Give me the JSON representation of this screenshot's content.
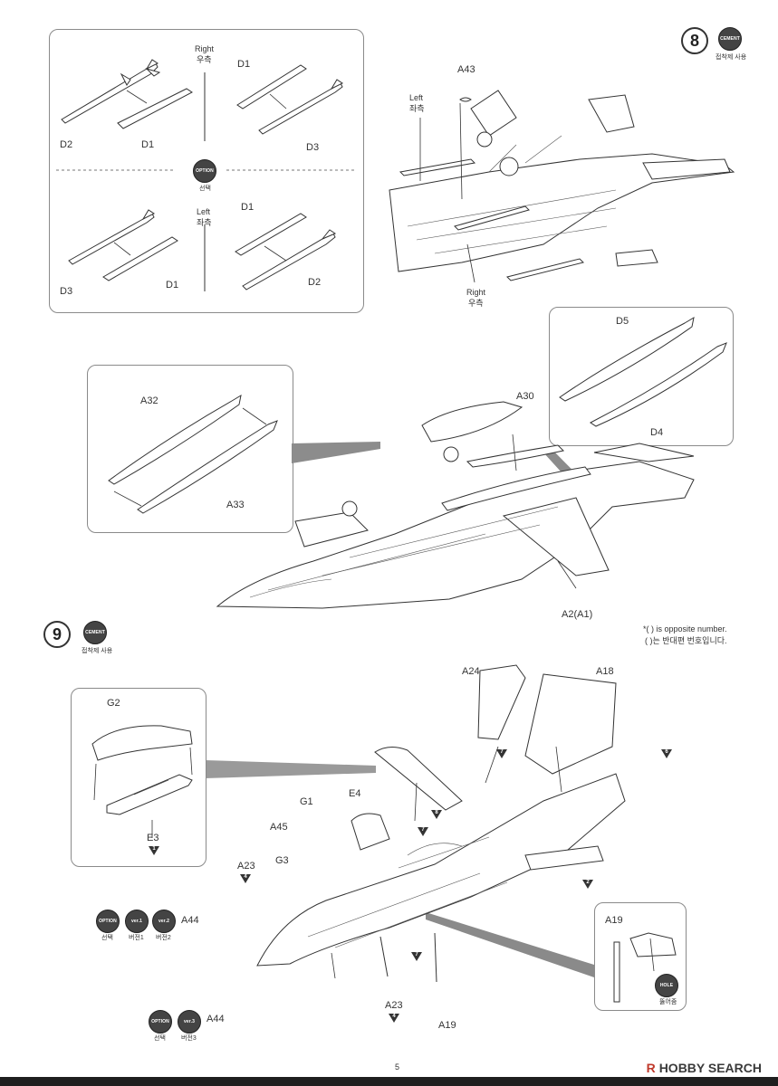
{
  "page_number": "5",
  "steps": {
    "step8": {
      "number": "8",
      "cement_label": "CEMENT",
      "cement_caption": "접착제 사용"
    },
    "step9": {
      "number": "9",
      "cement_label": "CEMENT",
      "cement_caption": "접착제 사용"
    }
  },
  "inset_missiles": {
    "right_en": "Right",
    "right_ko": "우측",
    "left_en": "Left",
    "left_ko": "좌측",
    "option_label": "OPTION",
    "option_ko": "선택",
    "parts": {
      "d2_top": "D2",
      "d1_top": "D1",
      "d1_top_right": "D1",
      "d3_top_right": "D3",
      "d3_bottom": "D3",
      "d1_bottom": "D1",
      "d1_bottom_right": "D1",
      "d2_bottom_right": "D2"
    }
  },
  "step8_main": {
    "a43": "A43",
    "left_en": "Left",
    "left_ko": "좌측",
    "right_en": "Right",
    "right_ko": "우측"
  },
  "tanks": {
    "a32": "A32",
    "a33": "A33",
    "a30": "A30",
    "d5": "D5",
    "d4": "D4",
    "a2a1": "A2(A1)"
  },
  "notes": {
    "opposite_en": "*(   ) is opposite number.",
    "opposite_ko": "(   )는 반대편 번호입니다."
  },
  "step9_main": {
    "a24": "A24",
    "a18": "A18",
    "g2": "G2",
    "e3": "E3",
    "e3_tri": "1",
    "e4": "E4",
    "g1": "G1",
    "a45": "A45",
    "g3": "G3",
    "a23_top": "A23",
    "a23_top_tri": "4",
    "a44_top": "A44",
    "a44_bottom": "A44",
    "a23_bottom": "A23",
    "a23_bottom_tri": "4",
    "a19_main": "A19",
    "a19_inset": "A19",
    "tri_7a": "7",
    "tri_6": "6",
    "tri_8": "8",
    "tri_7b": "7",
    "tri_2": "2",
    "tri_7c": "7",
    "option_label": "OPTION",
    "option_ko": "선택",
    "ver1_label": "ver.1",
    "ver1_ko": "버전1",
    "ver2_label": "ver.2",
    "ver2_ko": "버전2",
    "ver3_label": "ver.3",
    "ver3_ko": "버전3",
    "hole_label": "HOLE",
    "hole_ko": "뚫어줌"
  },
  "watermark": {
    "logo_r": "R",
    "text": "HOBBY SEARCH"
  }
}
